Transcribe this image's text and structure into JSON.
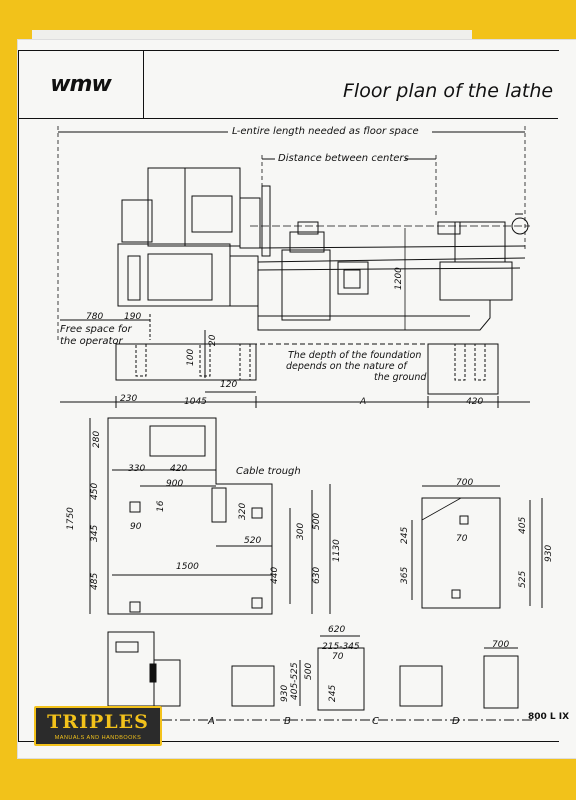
{
  "header": {
    "logo": "wmw",
    "title": "Floor plan of the lathe"
  },
  "labels": {
    "entire_length": "L-entire length needed as floor space",
    "distance_centers": "Distance between centers",
    "free_space": "Free space for",
    "the_operator": "the operator",
    "depth_line1": "The depth of the foundation",
    "depth_line2": "depends on the nature of",
    "depth_line3": "the ground",
    "cable_trough": "Cable trough"
  },
  "dimensions": {
    "d1200": "1200",
    "d780": "780",
    "d190": "190",
    "d20": "20",
    "d100": "100",
    "d120": "120",
    "d230": "230",
    "d1045": "1045",
    "dA": "A",
    "d420": "420",
    "d280": "280",
    "d330": "330",
    "d420b": "420",
    "d900": "900",
    "d1750": "1750",
    "d450": "450",
    "d345": "345",
    "d485": "485",
    "d90": "90",
    "d16": "16",
    "d320": "320",
    "d520": "520",
    "d300": "300",
    "d500": "500",
    "d1130": "1130",
    "d440": "440",
    "d630": "630",
    "d1500": "1500",
    "d700": "700",
    "d245": "245",
    "d70": "70",
    "d365": "365",
    "d405": "405",
    "d525": "525",
    "d930": "930",
    "d620": "620",
    "d215": "215",
    "d345b": "345",
    "d70b": "70",
    "d405b": "405",
    "d930b": "930",
    "d500b": "500",
    "d525b": "525",
    "d245b": "245",
    "d700b": "700",
    "secA": "A",
    "secB": "B",
    "secC": "C",
    "secD": "D"
  },
  "sheet_number": "800 L IX",
  "watermark": {
    "main": "TRIPLES",
    "sub": "MANUALS AND HANDBOOKS"
  }
}
